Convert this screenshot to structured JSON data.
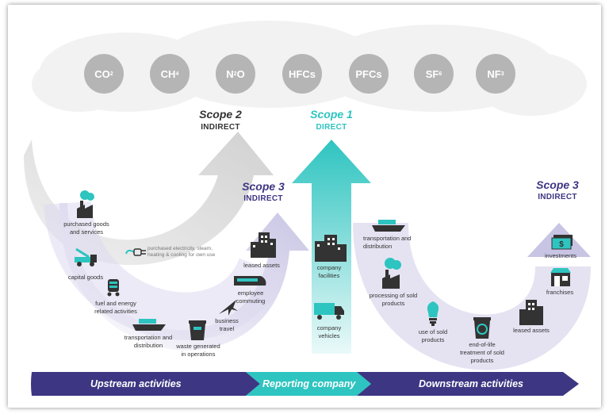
{
  "gases": [
    {
      "base": "CO",
      "sub": "2"
    },
    {
      "base": "CH",
      "sub": "4"
    },
    {
      "base": "N",
      "sub": "2",
      "tail": "O"
    },
    {
      "base": "HFCs"
    },
    {
      "base": "PFCs"
    },
    {
      "base": "SF",
      "sub": "6"
    },
    {
      "base": "NF",
      "sub": "3"
    }
  ],
  "scopes": {
    "scope2": {
      "title": "Scope 2",
      "subtitle": "INDIRECT"
    },
    "scope1": {
      "title": "Scope 1",
      "subtitle": "DIRECT"
    },
    "scope3_up": {
      "title": "Scope 3",
      "subtitle": "INDIRECT"
    },
    "scope3_down": {
      "title": "Scope 3",
      "subtitle": "INDIRECT"
    }
  },
  "upstream": {
    "purchased_goods": "purchased goods and services",
    "capital_goods": "capital goods",
    "fuel_energy": "fuel and energy related activities",
    "transport": "transportation and distribution",
    "waste": "waste generated in operations",
    "business_travel": "business travel",
    "employee_commuting": "employee commuting",
    "leased_assets": "leased assets",
    "purchased_electricity": "purchased electricity, steam, heating & cooling for own use"
  },
  "company": {
    "facilities": "company facilities",
    "vehicles": "company vehicles"
  },
  "downstream": {
    "transport": "transportation and distribution",
    "processing": "processing of sold products",
    "use": "use of sold products",
    "end_of_life": "end-of-life treatment of sold products",
    "leased_assets": "leased assets",
    "franchises": "franchises",
    "investments": "investments"
  },
  "bar": {
    "upstream": "Upstream activities",
    "reporting": "Reporting company",
    "downstream": "Downstream activities"
  },
  "colors": {
    "navy": "#3d3683",
    "teal": "#2ec4c0",
    "lavender": "#e4e2f1",
    "gray": "#b5b5b5"
  }
}
